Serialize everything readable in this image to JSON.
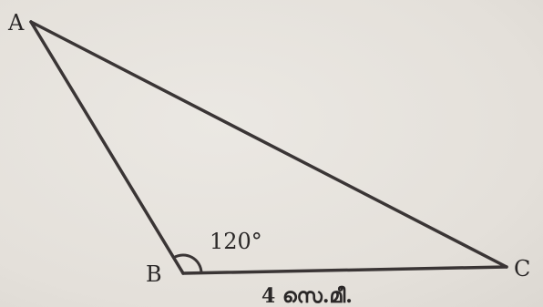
{
  "triangle": {
    "vertices": {
      "a": "A",
      "b": "B",
      "c": "C"
    },
    "angle_b": "120°",
    "side_bc": "4 സെ.മീ."
  },
  "colors": {
    "stroke": "#3a3535",
    "text": "#2a2727",
    "background": "#e7e3de"
  }
}
